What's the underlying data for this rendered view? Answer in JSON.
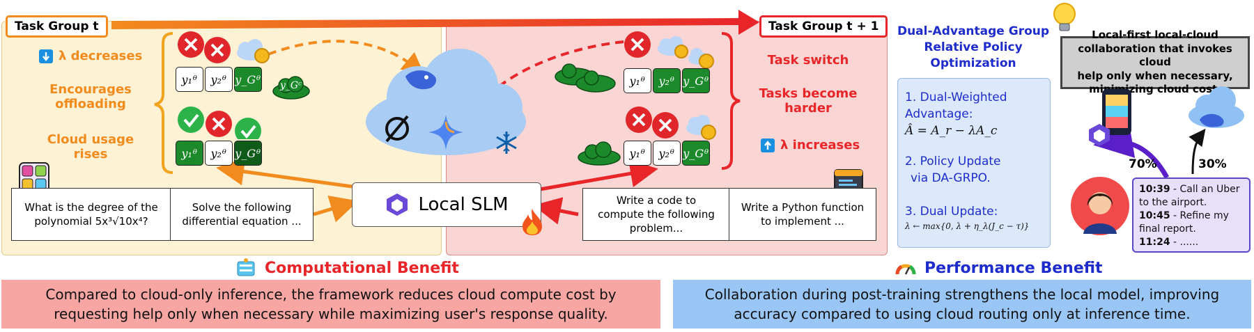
{
  "task_group_left": "Task Group t",
  "task_group_right": "Task Group t + 1",
  "left_panel": {
    "lambda_decreases": "λ decreases",
    "encourages_line1": "Encourages",
    "encourages_line2": "offloading",
    "cloud_line1": "Cloud usage",
    "cloud_line2": "rises",
    "prompt1_line1": "What is the degree of the",
    "prompt1_line2": "polynomial 5x³√10x⁴?",
    "prompt2_line1": "Solve the following",
    "prompt2_line2": "differential equation ..."
  },
  "mid_panel": {
    "local_slm": "Local SLM",
    "prompt3_line1": "Write a code to",
    "prompt3_line2": "compute the following",
    "prompt3_line3": "problem...",
    "prompt4_line1": "Write a Python function",
    "prompt4_line2": "to implement ...",
    "task_switch": "Task switch",
    "harder_line1": "Tasks become",
    "harder_line2": "harder",
    "lambda_increases": "λ increases"
  },
  "responses": {
    "y1": "y₁ᶿ",
    "y2": "y₂ᶿ",
    "yG": "y_Gᶿ",
    "yc": "y_Gᶜ"
  },
  "dual": {
    "title_line1": "Dual-Advantage Group",
    "title_line2": "Relative Policy",
    "title_line3": "Optimization",
    "step1_line1": "1. Dual-Weighted",
    "step1_line2": "Advantage:",
    "step1_formula": "Â = A_r − λA_c",
    "step2_line1": "2. Policy Update",
    "step2_line2": "via DA-GRPO.",
    "step3": "3. Dual Update:",
    "step3_formula": "λ ← max{0, λ + η_λ(J_c − τ)}"
  },
  "right_panel": {
    "note_line1": "Local-first local-cloud",
    "note_line2": "collaboration that invokes cloud",
    "note_line3": "help only when necessary,",
    "note_line4": "minimizing cloud cost.",
    "pct_local": "70%",
    "pct_cloud": "30%",
    "chat_time1": "10:39",
    "chat_text1": " - Call an Uber to the airport.",
    "chat_time2": "10:45",
    "chat_text2": " - Refine my final report.",
    "chat_time3": "11:24",
    "chat_text3": " - ......"
  },
  "benefits": {
    "computational_title": "Computational Benefit",
    "performance_title": "Performance Benefit",
    "computational_line1": "Compared to cloud-only inference, the framework reduces cloud compute cost by",
    "computational_line2": "requesting help only when necessary while maximizing user's response quality.",
    "performance_line1": "Collaboration during post-training strengthens the local model, improving",
    "performance_line2": "accuracy compared to using cloud routing only at inference time."
  },
  "colors": {
    "orange": "#f28b1e",
    "red": "#e8262a",
    "blue_text": "#1f2ccc",
    "green": "#1c8a2a"
  },
  "icons": [
    "lambda-down-icon",
    "lambda-up-icon",
    "cross-icon",
    "check-icon",
    "cloud-coin-icon",
    "cloud-icon",
    "deepseek-whale-icon",
    "openai-logo-icon",
    "gemini-star-icon",
    "snowflake-icon",
    "fire-icon",
    "calculator-icon",
    "code-editor-icon",
    "qwen-logo-icon",
    "lightbulb-icon",
    "phone-icon",
    "person-avatar-icon",
    "server-icon",
    "speedometer-icon"
  ]
}
